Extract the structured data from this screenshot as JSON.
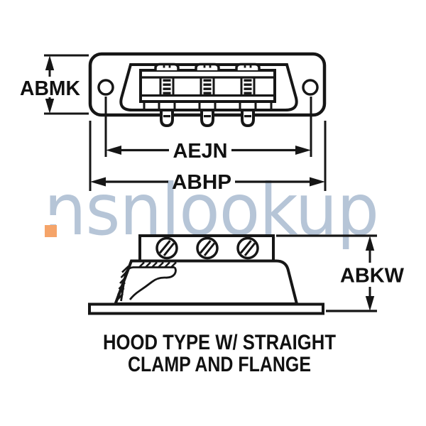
{
  "watermark": {
    "text": "nsnlookup",
    "color": "#b6c5d7",
    "accent_color": "#f5a469"
  },
  "dimensions": {
    "abmk": {
      "label": "ABMK"
    },
    "aejn": {
      "label": "AEJN"
    },
    "abhp": {
      "label": "ABHP"
    },
    "abkw": {
      "label": "ABKW"
    }
  },
  "caption": {
    "line1": "HOOD TYPE W/ STRAIGHT",
    "line2": "CLAMP AND FLANGE"
  },
  "colors": {
    "line": "#161616",
    "text": "#111111",
    "background": "#ffffff"
  }
}
